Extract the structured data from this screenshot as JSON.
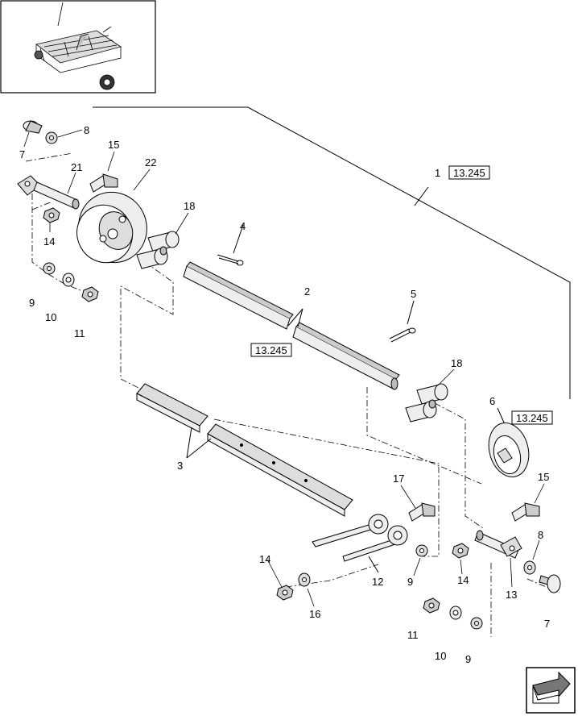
{
  "thumbnail": {
    "icon": "baler-overview-icon"
  },
  "nav": {
    "icon": "next-page-arrow-icon"
  },
  "callouts": {
    "c1": "1",
    "ref_main": "13.245",
    "c2": "2",
    "ref_shaft": "13.245",
    "c3": "3",
    "c4": "4",
    "c5": "5",
    "c6": "6",
    "ref_hub": "13.245",
    "c7a": "7",
    "c8a": "8",
    "c7b": "7",
    "c8b": "8",
    "c9a": "9",
    "c10a": "10",
    "c11a": "11",
    "c9b": "9",
    "c10b": "10",
    "c11b": "11",
    "c9c": "9",
    "c12": "12",
    "c13": "13",
    "c14a": "14",
    "c14b": "14",
    "c14c": "14",
    "c15a": "15",
    "c15b": "15",
    "c16": "16",
    "c17": "17",
    "c18a": "18",
    "c18b": "18",
    "c21": "21",
    "c22": "22"
  }
}
